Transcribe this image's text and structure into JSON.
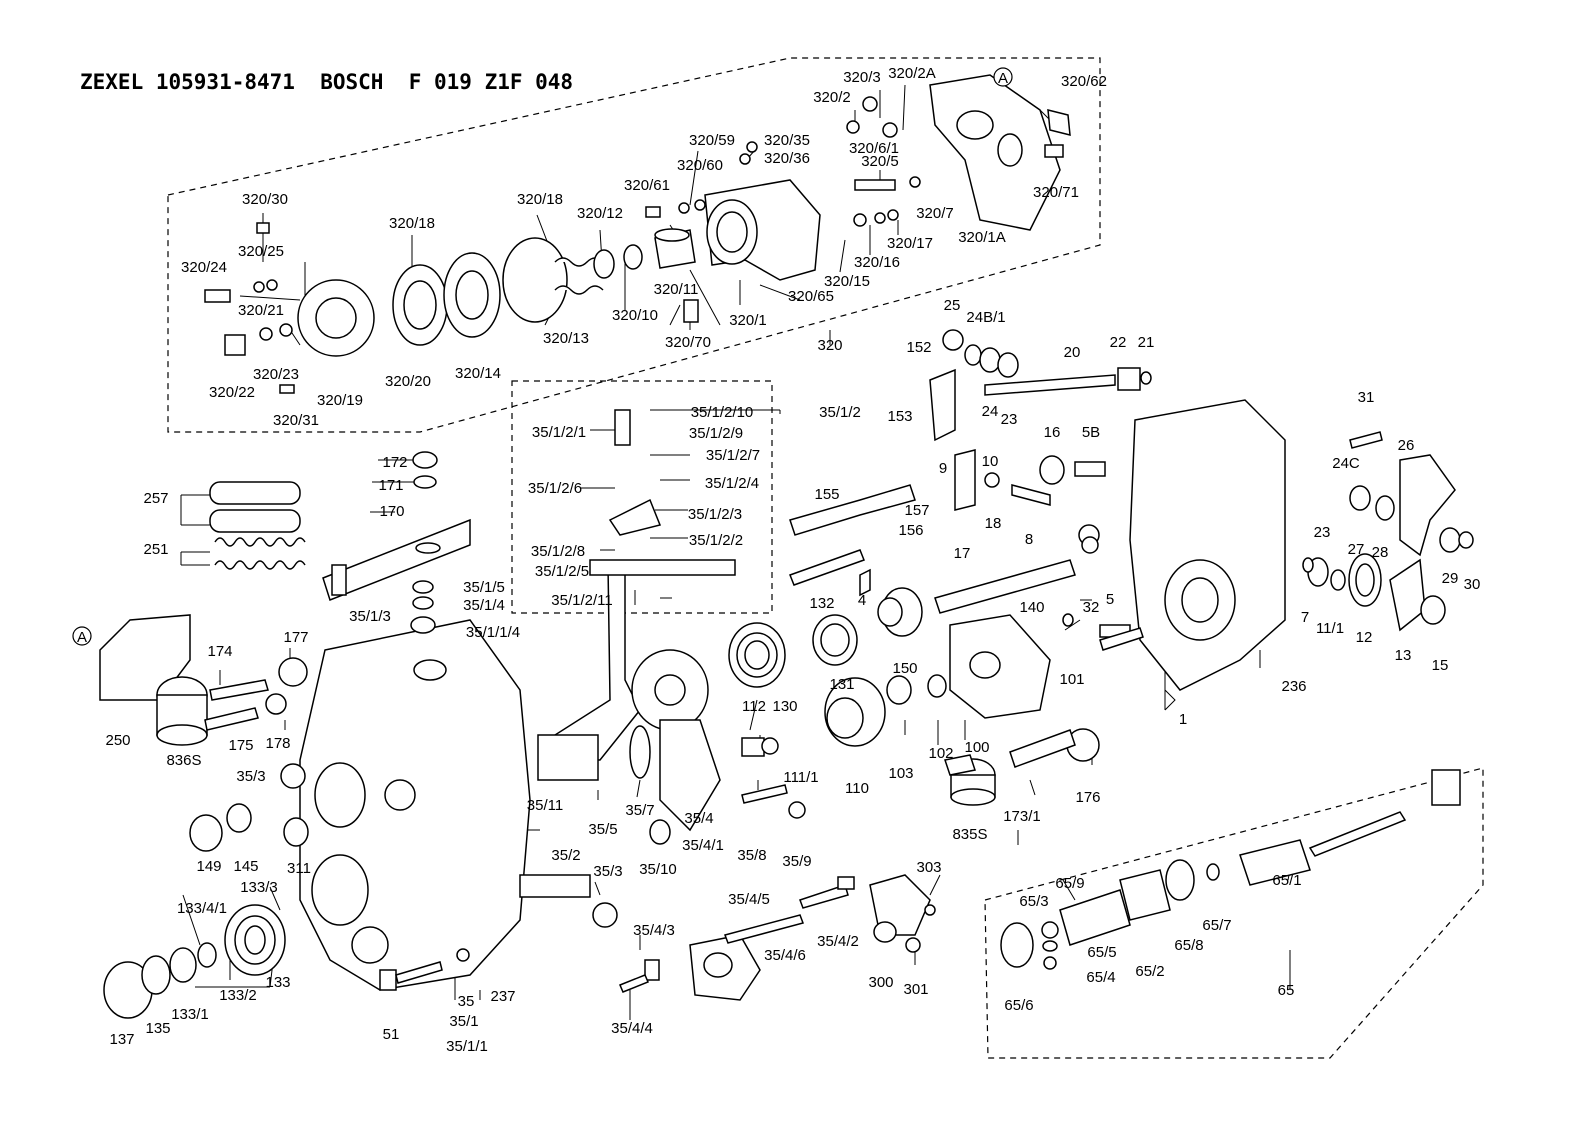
{
  "title": "ZEXEL 105931-8471  BOSCH  F 019 Z1F 048",
  "diagram_type": "exploded parts diagram",
  "colors": {
    "ink": "#000000",
    "background": "#ffffff"
  },
  "labels": [
    "320/3",
    "320/2A",
    "320/2",
    "320/62",
    "320/59",
    "320/35",
    "320/36",
    "320/6/1",
    "320/5",
    "320/71",
    "320/60",
    "320/61",
    "320/12",
    "320/18",
    "320/30",
    "320/7",
    "320/17",
    "320/16",
    "320/1A",
    "320/25",
    "320/24",
    "320/21",
    "320/18",
    "320/11",
    "320/15",
    "320/65",
    "320/13",
    "320/10",
    "320/1",
    "320/70",
    "320",
    "320/22",
    "320/23",
    "320/20",
    "320/14",
    "320/19",
    "320/31",
    "25",
    "24B/1",
    "152",
    "20",
    "22",
    "21",
    "24",
    "23",
    "153",
    "9",
    "10",
    "35/1/2/10",
    "35/1/2",
    "35/1/2/1",
    "35/1/2/9",
    "35/1/2/7",
    "35/1/2/6",
    "35/1/2/4",
    "35/1/2/3",
    "35/1/2/2",
    "35/1/2/8",
    "35/1/2/5",
    "35/1/2/11",
    "172",
    "171",
    "170",
    "257",
    "251",
    "35/1/5",
    "35/1/4",
    "35/1/3",
    "35/1/1/4",
    "16",
    "5B",
    "31",
    "26",
    "24C",
    "155",
    "157",
    "156",
    "18",
    "8",
    "17",
    "23",
    "27",
    "28",
    "29",
    "30",
    "132",
    "4",
    "7",
    "11/1",
    "12",
    "13",
    "15",
    "32",
    "5",
    "140",
    "101",
    "236",
    "A",
    "A",
    "250",
    "174",
    "177",
    "836S",
    "175",
    "178",
    "35/3",
    "149",
    "145",
    "311",
    "35/11",
    "35/5",
    "35/7",
    "35/4",
    "35/10",
    "35/4/1",
    "130",
    "112",
    "131",
    "150",
    "110",
    "111/1",
    "103",
    "102",
    "100",
    "1",
    "835S",
    "173/1",
    "176",
    "35/8",
    "35/9",
    "35/2",
    "35/3",
    "133/3",
    "133/4/1",
    "133/2",
    "133/1",
    "133",
    "137",
    "135",
    "51",
    "35",
    "35/1",
    "35/1/1",
    "237",
    "35/4/5",
    "35/4/6",
    "35/4/3",
    "35/4/2",
    "300",
    "301",
    "303",
    "35/4/4",
    "65/9",
    "65/3",
    "65/5",
    "65/4",
    "65/2",
    "65/8",
    "65/7",
    "65/1",
    "65/6",
    "65"
  ]
}
